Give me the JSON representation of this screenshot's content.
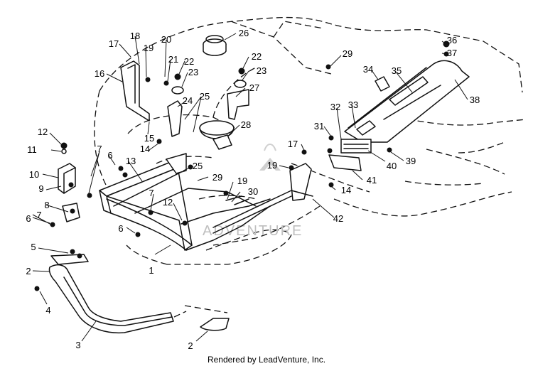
{
  "callouts": [
    {
      "id": "c1",
      "text": "1"
    },
    {
      "id": "c2a",
      "text": "2"
    },
    {
      "id": "c2b",
      "text": "2"
    },
    {
      "id": "c3",
      "text": "3"
    },
    {
      "id": "c4",
      "text": "4"
    },
    {
      "id": "c5",
      "text": "5"
    },
    {
      "id": "c6a",
      "text": "6"
    },
    {
      "id": "c6b",
      "text": "6"
    },
    {
      "id": "c6c",
      "text": "6"
    },
    {
      "id": "c7a",
      "text": "7"
    },
    {
      "id": "c7b",
      "text": "7"
    },
    {
      "id": "c7c",
      "text": "7"
    },
    {
      "id": "c8",
      "text": "8"
    },
    {
      "id": "c9",
      "text": "9"
    },
    {
      "id": "c10",
      "text": "10"
    },
    {
      "id": "c11",
      "text": "11"
    },
    {
      "id": "c12a",
      "text": "12"
    },
    {
      "id": "c12b",
      "text": "12"
    },
    {
      "id": "c13",
      "text": "13"
    },
    {
      "id": "c14a",
      "text": "14"
    },
    {
      "id": "c14b",
      "text": "14"
    },
    {
      "id": "c15",
      "text": "15"
    },
    {
      "id": "c16",
      "text": "16"
    },
    {
      "id": "c17a",
      "text": "17"
    },
    {
      "id": "c17b",
      "text": "17"
    },
    {
      "id": "c18",
      "text": "18"
    },
    {
      "id": "c19a",
      "text": "19"
    },
    {
      "id": "c19b",
      "text": "19"
    },
    {
      "id": "c19c",
      "text": "19"
    },
    {
      "id": "c20",
      "text": "20"
    },
    {
      "id": "c21",
      "text": "21"
    },
    {
      "id": "c22a",
      "text": "22"
    },
    {
      "id": "c22b",
      "text": "22"
    },
    {
      "id": "c23a",
      "text": "23"
    },
    {
      "id": "c23b",
      "text": "23"
    },
    {
      "id": "c24",
      "text": "24"
    },
    {
      "id": "c25a",
      "text": "25"
    },
    {
      "id": "c25b",
      "text": "25"
    },
    {
      "id": "c26",
      "text": "26"
    },
    {
      "id": "c27",
      "text": "27"
    },
    {
      "id": "c28",
      "text": "28"
    },
    {
      "id": "c29a",
      "text": "29"
    },
    {
      "id": "c29b",
      "text": "29"
    },
    {
      "id": "c30",
      "text": "30"
    },
    {
      "id": "c31",
      "text": "31"
    },
    {
      "id": "c32",
      "text": "32"
    },
    {
      "id": "c33",
      "text": "33"
    },
    {
      "id": "c34",
      "text": "34"
    },
    {
      "id": "c35",
      "text": "35"
    },
    {
      "id": "c36",
      "text": "36"
    },
    {
      "id": "c37",
      "text": "37"
    },
    {
      "id": "c38",
      "text": "38"
    },
    {
      "id": "c39",
      "text": "39"
    },
    {
      "id": "c40",
      "text": "40"
    },
    {
      "id": "c41",
      "text": "41"
    },
    {
      "id": "c42",
      "text": "42"
    }
  ],
  "watermark": "ADVENTURE",
  "footer": {
    "credit": "Rendered by LeadVenture, Inc."
  }
}
